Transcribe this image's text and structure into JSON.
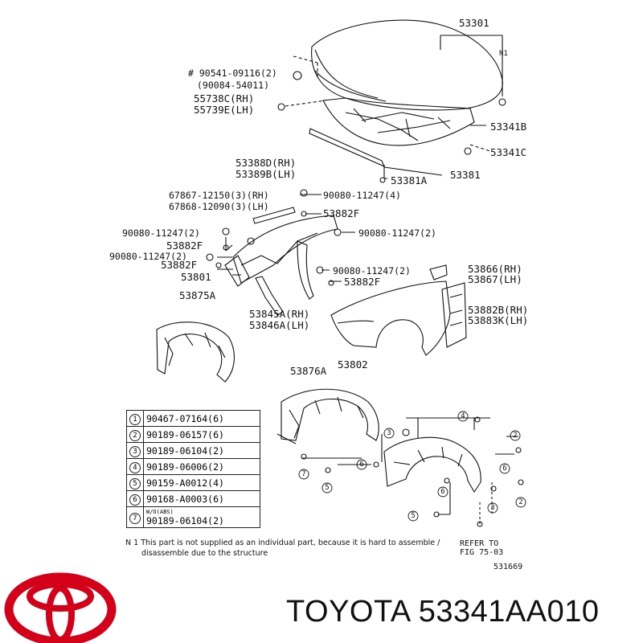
{
  "diagram": {
    "labels": {
      "p53301": "53301",
      "n1": "N1",
      "bolt_hood": "# 90541-09116(2)",
      "bolt_hood_alt": "(90084-54011)",
      "p55738c": "55738C(RH)",
      "p55739e": "55739E(LH)",
      "p53341b": "53341B",
      "p53341c": "53341C",
      "p53381": "53381",
      "p53381a": "53381A",
      "p53388d": "53388D(RH)",
      "p53389b": "53389B(LH)",
      "p67867": "67867-12150(3)(RH)",
      "p67868": "67868-12090(3)(LH)",
      "bolt_a": "90080-11247(4)",
      "p53882f_a": "53882F",
      "bolt_b": "90080-11247(2)",
      "bolt_c": "90080-11247(2)",
      "p53882f_b": "53882F",
      "bolt_d": "90080-11247(2)",
      "p53882f_c": "53882F",
      "p53801": "53801",
      "bolt_e": "90080-11247(2)",
      "p53882f_d": "53882F",
      "p53866": "53866(RH)",
      "p53867": "53867(LH)",
      "p53875a": "53875A",
      "p53845a": "53845A(RH)",
      "p53846a": "53846A(LH)",
      "p53882b": "53882B(RH)",
      "p53883k": "53883K(LH)",
      "p53802": "53802",
      "p53876a": "53876A",
      "refer": "REFER TO",
      "fig": "FIG 75-03",
      "fig_code": "531669"
    },
    "fastener_table": [
      {
        "key": "1",
        "value": "90467-07164(6)"
      },
      {
        "key": "2",
        "value": "90189-06157(6)"
      },
      {
        "key": "3",
        "value": "90189-06104(2)"
      },
      {
        "key": "4",
        "value": "90189-06006(2)"
      },
      {
        "key": "5",
        "value": "90159-A0012(4)"
      },
      {
        "key": "6",
        "value": "90168-A0003(6)"
      },
      {
        "key": "7",
        "sub": "W/O(ABS)",
        "value": "90189-06104(2)"
      }
    ],
    "note_line1": "N 1  This part is not supplied as an individual part, because it is hard to assemble /",
    "note_line2": "disassemble due to the structure",
    "callouts": [
      "4",
      "3",
      "2",
      "7",
      "6",
      "5",
      "5",
      "6",
      "3",
      "6",
      "2"
    ]
  },
  "brand": {
    "name": "TOYOTA",
    "part_number": "53341AA010",
    "logo_color": "#d4001a"
  }
}
